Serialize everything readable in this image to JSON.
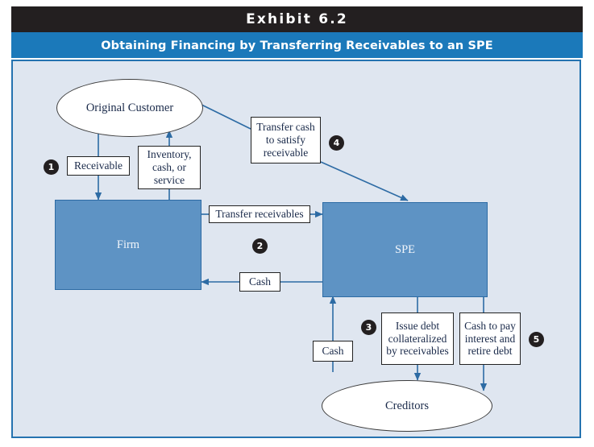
{
  "exhibit": {
    "title": "Exhibit 6.2",
    "subtitle": "Obtaining Financing by Transferring Receivables to an SPE"
  },
  "colors": {
    "title_bar": "#231f20",
    "subtitle_bar": "#1b79ba",
    "panel_background": "#dfe6f0",
    "panel_border": "#2573b0",
    "process_fill": "#5e93c4",
    "process_border": "#2d6ba4",
    "connector": "#2d6ba4",
    "badge": "#231f20"
  },
  "nodes": {
    "original_customer": "Original Customer",
    "firm": "Firm",
    "spe": "SPE",
    "creditors": "Creditors"
  },
  "labels": {
    "receivable": "Receivable",
    "inventory_cash_service": "Inventory,\ncash, or\nservice",
    "transfer_cash_to_satisfy_receivable": "Transfer cash\nto satisfy\nreceivable",
    "transfer_receivables": "Transfer receivables",
    "cash_to_firm": "Cash",
    "cash_from_creditors": "Cash",
    "issue_debt_collateralized": "Issue debt\ncollateralized\nby receivables",
    "cash_to_pay_interest": "Cash to pay\ninterest and\nretire debt"
  },
  "badges": {
    "one": "1",
    "two": "2",
    "three": "3",
    "four": "4",
    "five": "5"
  }
}
